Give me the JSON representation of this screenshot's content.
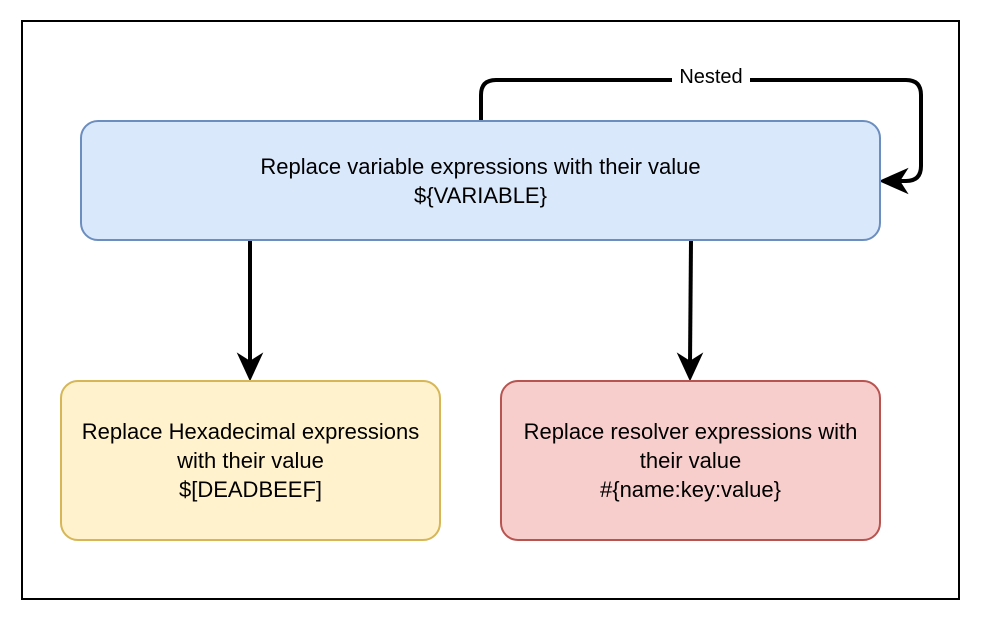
{
  "diagram": {
    "nested_label": "Nested",
    "top_node": {
      "line1": "Replace variable expressions with their value",
      "line2": "${VARIABLE}",
      "fill": "#dae8fc",
      "stroke": "#6c8ebf"
    },
    "left_node": {
      "line1": "Replace Hexadecimal expressions",
      "line2": "with their value",
      "line3": "$[DEADBEEF]",
      "fill": "#fff2cc",
      "stroke": "#d6b656"
    },
    "right_node": {
      "line1": "Replace resolver expressions with",
      "line2": "their value",
      "line3": "#{name:key:value}",
      "fill": "#f8cecc",
      "stroke": "#b85450"
    },
    "edges": [
      {
        "from": "top_node",
        "to": "top_node",
        "label": "Nested"
      },
      {
        "from": "top_node",
        "to": "left_node"
      },
      {
        "from": "top_node",
        "to": "right_node"
      }
    ]
  }
}
